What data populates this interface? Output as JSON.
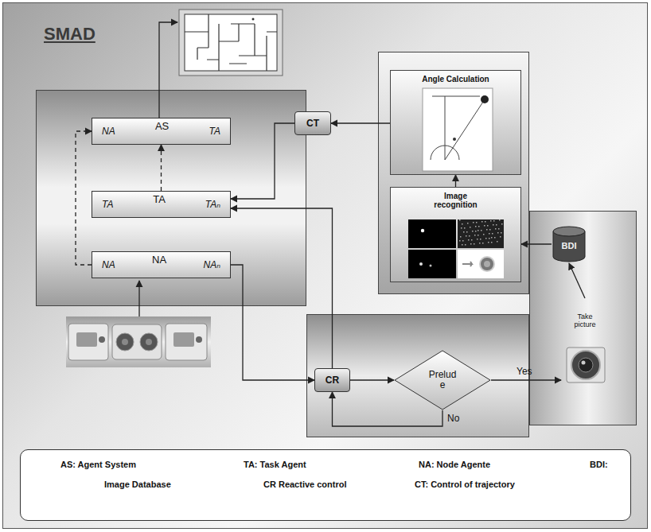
{
  "diagram": {
    "title": "SMAD",
    "nodes": [
      {
        "text": [
          "NA",
          "AS",
          "TA"
        ]
      },
      {
        "text": [
          "TA",
          "TA",
          "TAₙ"
        ]
      },
      {
        "text": [
          "NA",
          "NA",
          "NAₙ"
        ]
      },
      {
        "text": [
          "CT"
        ]
      },
      {
        "text": [
          "Angle Calculation"
        ]
      },
      {
        "text": [
          "Image recognition"
        ]
      },
      {
        "text": [
          "BDI"
        ]
      },
      {
        "text": [
          "Take picture"
        ]
      },
      {
        "text": [
          "CR"
        ]
      },
      {
        "text": [
          "Prelud e"
        ]
      },
      {
        "text": [
          "AS: Agent System",
          "TA: Task Agent",
          "NA: Node Agente",
          "BDI:",
          "Image Database",
          "CR Reactive control",
          "CT: Control of trajectory"
        ]
      }
    ],
    "edges": [
      {
        "from": 1,
        "to": 0,
        "arrow": "to"
      },
      {
        "from": 2,
        "to": 0,
        "arrow": "to"
      },
      {
        "from": 3,
        "to": 1,
        "arrow": "to"
      },
      {
        "from": 4,
        "to": 3,
        "arrow": "to"
      },
      {
        "from": 5,
        "to": 4,
        "arrow": "to"
      },
      {
        "from": 6,
        "to": 5,
        "arrow": "to"
      },
      {
        "from": 7,
        "to": 6,
        "arrow": "to"
      },
      {
        "from": 9,
        "to": 7,
        "label": "Yes",
        "arrow": "to"
      },
      {
        "from": 9,
        "to": 8,
        "label": "No",
        "arrow": "to"
      },
      {
        "from": 8,
        "to": 9,
        "arrow": "to"
      },
      {
        "from": 8,
        "to": 1,
        "arrow": "to"
      },
      {
        "from": 2,
        "to": 8,
        "arrow": "to"
      }
    ]
  }
}
